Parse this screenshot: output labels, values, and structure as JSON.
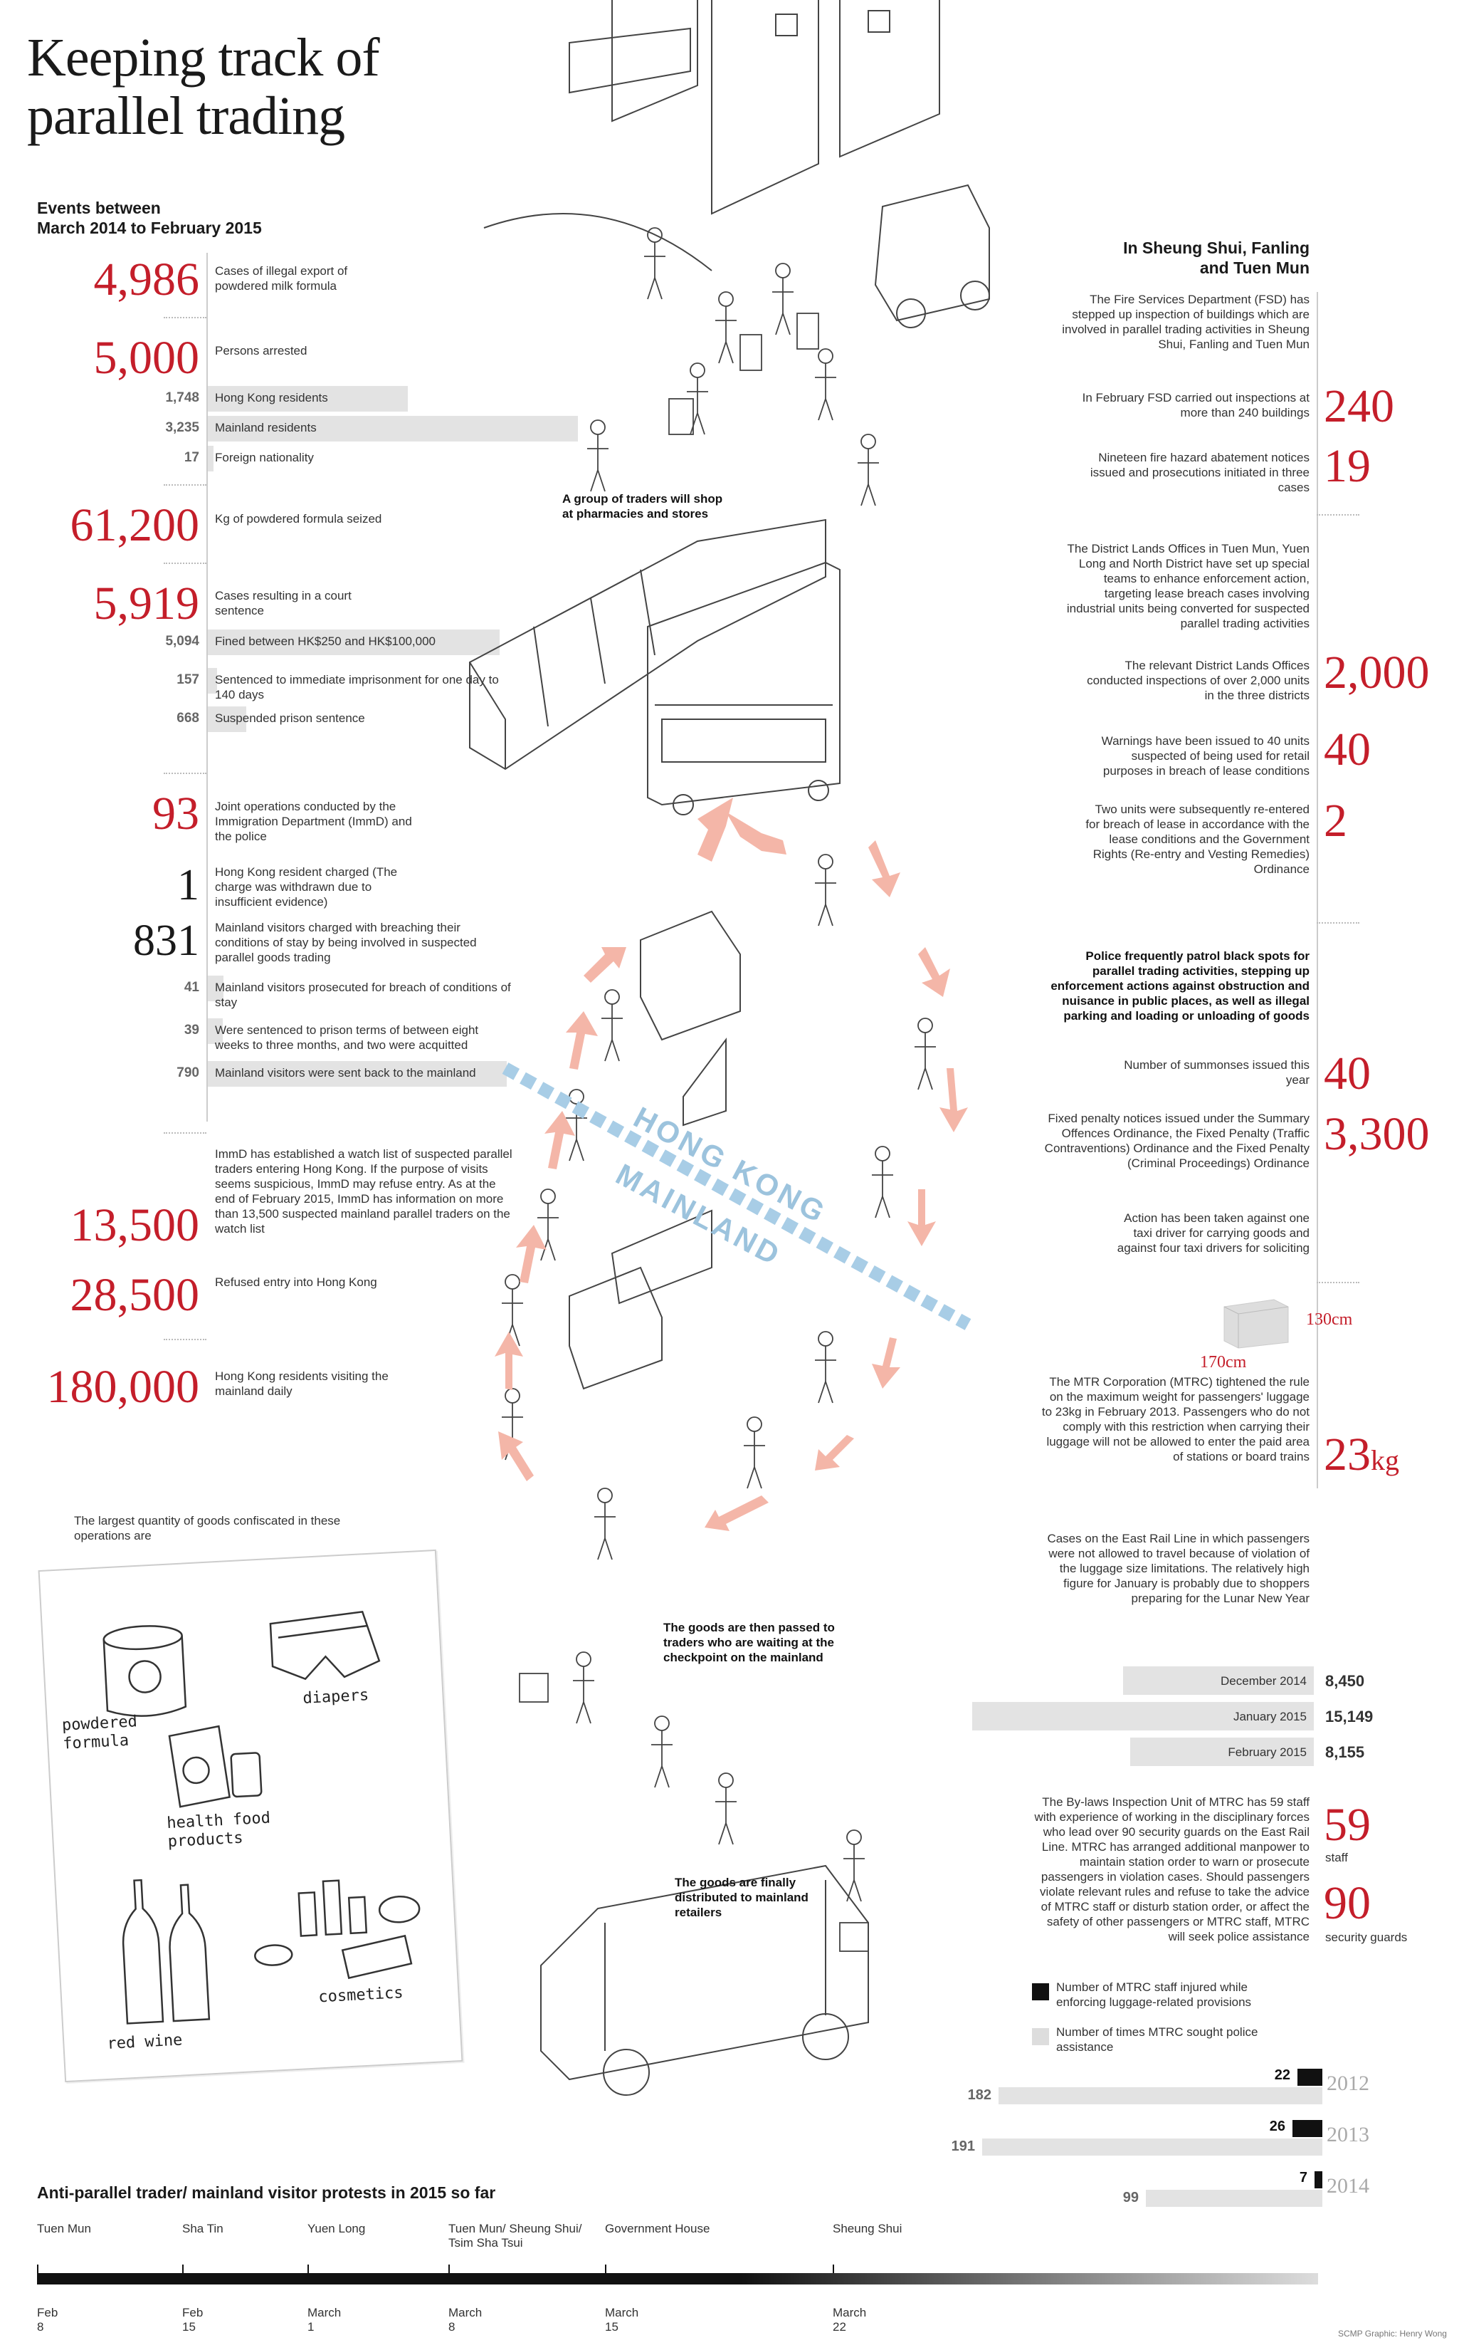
{
  "title_line1": "Keeping track of",
  "title_line2": "parallel trading",
  "left": {
    "subtitle_line1": "Events between",
    "subtitle_line2": "March 2014 to February 2015",
    "stats": [
      {
        "value": "4,986",
        "label": "Cases of illegal export of powdered milk formula"
      },
      {
        "value": "5,000",
        "label": "Persons arrested"
      },
      {
        "value": "61,200",
        "label": "Kg of powdered formula seized"
      },
      {
        "value": "5,919",
        "label": "Cases resulting in a court sentence"
      },
      {
        "value": "93",
        "label": "Joint operations conducted by the Immigration Department (ImmD) and the police"
      },
      {
        "value": "1",
        "label": "Hong Kong resident charged (The charge was withdrawn due to insufficient evidence)"
      },
      {
        "value": "831",
        "label": "Mainland visitors charged with breaching their conditions of stay by being involved in suspected parallel goods trading"
      },
      {
        "value": "13,500",
        "label": "ImmD has established a watch list of suspected parallel traders entering Hong Kong. If the purpose of visits seems suspicious, ImmD may refuse entry. As at the end of February 2015, ImmD has information on more than 13,500 suspected mainland parallel traders on the watch list"
      },
      {
        "value": "28,500",
        "label": "Refused entry into Hong Kong"
      },
      {
        "value": "180,000",
        "label": "Hong Kong residents visiting the mainland daily"
      }
    ],
    "arrested": [
      {
        "value": "1,748",
        "label": "Hong Kong residents",
        "num": 1748
      },
      {
        "value": "3,235",
        "label": "Mainland residents",
        "num": 3235
      },
      {
        "value": "17",
        "label": "Foreign nationality",
        "num": 17
      }
    ],
    "sentence": [
      {
        "value": "5,094",
        "label": "Fined between HK$250 and HK$100,000",
        "num": 5094
      },
      {
        "value": "157",
        "label": "Sentenced to immediate imprisonment for one day to 140 days",
        "num": 157
      },
      {
        "value": "668",
        "label": "Suspended prison sentence",
        "num": 668
      }
    ],
    "mainland": [
      {
        "value": "41",
        "label": "Mainland visitors prosecuted for breach of conditions of stay",
        "num": 41
      },
      {
        "value": "39",
        "label": "Were sentenced to prison terms of between eight weeks to three months, and two were acquitted",
        "num": 39
      },
      {
        "value": "790",
        "label": "Mainland visitors were sent back to the mainland",
        "num": 790
      }
    ]
  },
  "illustration": {
    "traders_note": "A group of traders will shop at pharmacies and stores",
    "border_hk": "HONG KONG",
    "border_ml": "MAINLAND",
    "checkpoint_note": "The goods are then passed to traders who are waiting at the checkpoint on the mainland",
    "retail_note": "The goods are finally distributed to mainland retailers"
  },
  "goods": {
    "intro": "The largest quantity of goods confiscated in these operations are",
    "items": [
      "powdered formula",
      "diapers",
      "health food products",
      "red wine",
      "cosmetics"
    ]
  },
  "right": {
    "section_title_line1": "In Sheung Shui, Fanling",
    "section_title_line2": "and Tuen Mun",
    "fsd_intro": "The Fire Services Department (FSD) has stepped up inspection of buildings which are involved in parallel trading activities in Sheung Shui, Fanling and Tuen Mun",
    "stats1": [
      {
        "value": "240",
        "label": "In February FSD carried out inspections at more than 240 buildings"
      },
      {
        "value": "19",
        "label": "Nineteen fire hazard abatement notices issued and prosecutions initiated in three cases"
      }
    ],
    "lands_intro": "The District Lands Offices in Tuen Mun, Yuen Long and North District have set up special teams to enhance enforcement action, targeting lease breach cases involving industrial units being converted for suspected parallel trading activities",
    "stats2": [
      {
        "value": "2,000",
        "label": "The relevant District Lands Offices conducted inspections of over 2,000 units in the three districts"
      },
      {
        "value": "40",
        "label": "Warnings have been issued to 40 units suspected of being used for retail purposes in breach of lease conditions"
      },
      {
        "value": "2",
        "label": "Two units were subsequently re-entered for breach of lease in accordance with the lease conditions and the Government Rights (Re-entry and Vesting Remedies) Ordinance"
      }
    ],
    "police_intro": "Police frequently patrol black spots for parallel trading activities, stepping up enforcement actions against obstruction and nuisance in public places, as well as illegal parking and loading or unloading of goods",
    "stats3": [
      {
        "value": "40",
        "label": "Number of summonses issued this year"
      },
      {
        "value": "3,300",
        "label": "Fixed penalty notices issued under the Summary Offences Ordinance, the Fixed Penalty (Traffic Contraventions) Ordinance and the Fixed Penalty (Criminal Proceedings) Ordinance"
      }
    ],
    "taxi_note": "Action has been taken against one taxi driver for carrying goods and against four taxi drivers for soliciting",
    "luggage_dim1": "130cm",
    "luggage_dim2": "170cm",
    "mtr_text": "The MTR Corporation (MTRC) tightened the rule on the maximum weight for passengers' luggage to 23kg in February 2013. Passengers who do not comply with this restriction when carrying their luggage will not be allowed to enter the paid area of stations or board trains",
    "mtr_value": "23",
    "mtr_unit": "kg",
    "cases_text": "Cases on the East Rail Line in which passengers were not allowed to travel because of violation of the luggage size limitations. The relatively high figure for January is probably due to shoppers preparing for the Lunar New Year",
    "cases": [
      {
        "label": "December 2014",
        "value": "8,450",
        "num": 8450
      },
      {
        "label": "January 2015",
        "value": "15,149",
        "num": 15149
      },
      {
        "label": "February 2015",
        "value": "8,155",
        "num": 8155
      }
    ],
    "bylaws_text": "The By-laws Inspection Unit of MTRC has 59 staff with experience of working in the disciplinary forces who lead over 90 security guards on the East Rail Line. MTRC has arranged additional manpower to maintain station order to warn or prosecute passengers in violation cases. Should passengers violate relevant rules and refuse to take the advice of MTRC staff or disturb station order, or affect the safety of other passengers or MTRC staff, MTRC will seek police assistance",
    "staff_value": "59",
    "staff_label": "staff",
    "guards_value": "90",
    "guards_label": "security guards",
    "legend_injured": "Number of MTRC staff injured while enforcing luggage-related provisions",
    "legend_police": "Number of times MTRC sought police assistance",
    "years": [
      {
        "year": "2012",
        "injured": "22",
        "police": "182",
        "injured_num": 22,
        "police_num": 182
      },
      {
        "year": "2013",
        "injured": "26",
        "police": "191",
        "injured_num": 26,
        "police_num": 191
      },
      {
        "year": "2014",
        "injured": "7",
        "police": "99",
        "injured_num": 7,
        "police_num": 99
      }
    ]
  },
  "timeline": {
    "title": "Anti-parallel trader/ mainland visitor protests in 2015 so far",
    "events": [
      {
        "place": "Tuen Mun",
        "date": "Feb 8"
      },
      {
        "place": "Sha Tin",
        "date": "Feb 15"
      },
      {
        "place": "Yuen Long",
        "date": "March 1"
      },
      {
        "place": "Tuen Mun/ Sheung Shui/ Tsim Sha Tsui",
        "date": "March 8"
      },
      {
        "place": "Government House",
        "date": "March 15"
      },
      {
        "place": "Sheung Shui",
        "date": "March 22"
      }
    ]
  },
  "credit": "SCMP Graphic: Henry Wong"
}
